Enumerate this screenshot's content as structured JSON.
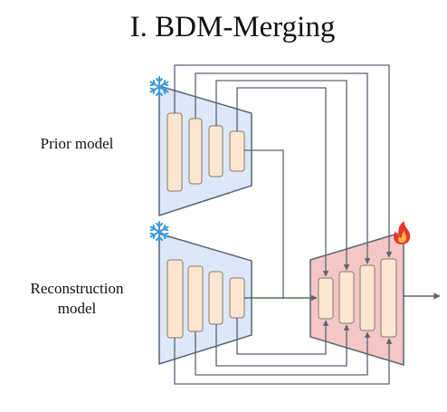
{
  "title": "I. BDM-Merging",
  "labels": {
    "prior_model": "Prior model",
    "reconstruction_model_line1": "Reconstruction",
    "reconstruction_model_line2": "model"
  },
  "icons": {
    "frozen": "snowflake-icon",
    "trainable": "flame-icon"
  },
  "colors": {
    "encoder_fill": "#dce7f7",
    "encoder_stroke": "#5a6472",
    "merger_fill": "#f4c6c6",
    "block_fill": "#fbe6d2",
    "block_stroke": "#8a7a6a",
    "wire": "#5c6470",
    "snowflake": "#3b9ad9",
    "flame": "#e8352a"
  }
}
